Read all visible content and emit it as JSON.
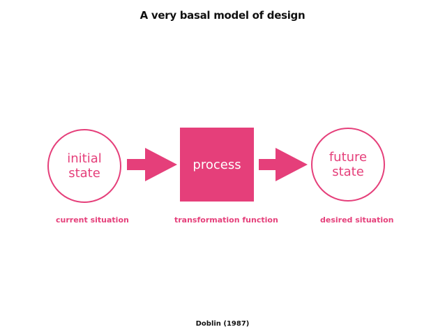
{
  "title": "A very basal model of design",
  "colors": {
    "accent": "#e53f7a",
    "text": "#111111",
    "background": "#ffffff"
  },
  "nodes": {
    "initial": {
      "line1": "initial",
      "line2": "state"
    },
    "process": {
      "label": "process"
    },
    "future": {
      "line1": "future",
      "line2": "state"
    }
  },
  "captions": {
    "left": "current situation",
    "middle": "transformation function",
    "right": "desired situation"
  },
  "citation": "Doblin (1987)"
}
